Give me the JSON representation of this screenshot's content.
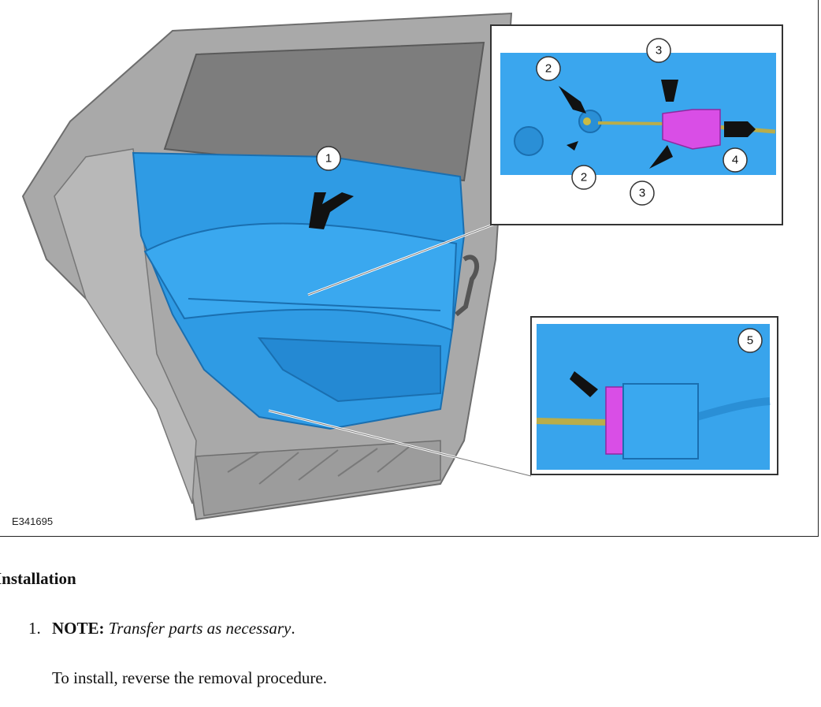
{
  "figure": {
    "code": "E341695",
    "callouts": [
      "1",
      "2",
      "2",
      "3",
      "3",
      "4",
      "5"
    ]
  },
  "section": {
    "heading": "Installation"
  },
  "steps": [
    {
      "number": "1.",
      "note_label": "NOTE:",
      "note_text": "Transfer parts as necessary",
      "note_end": ".",
      "detail": "To install, reverse the removal procedure."
    }
  ],
  "colors": {
    "panel_blue": "#2f9be4",
    "body_gray": "#a9a9a9",
    "connector_magenta": "#d94ee6",
    "cable_yellow": "#b9ad4a"
  }
}
